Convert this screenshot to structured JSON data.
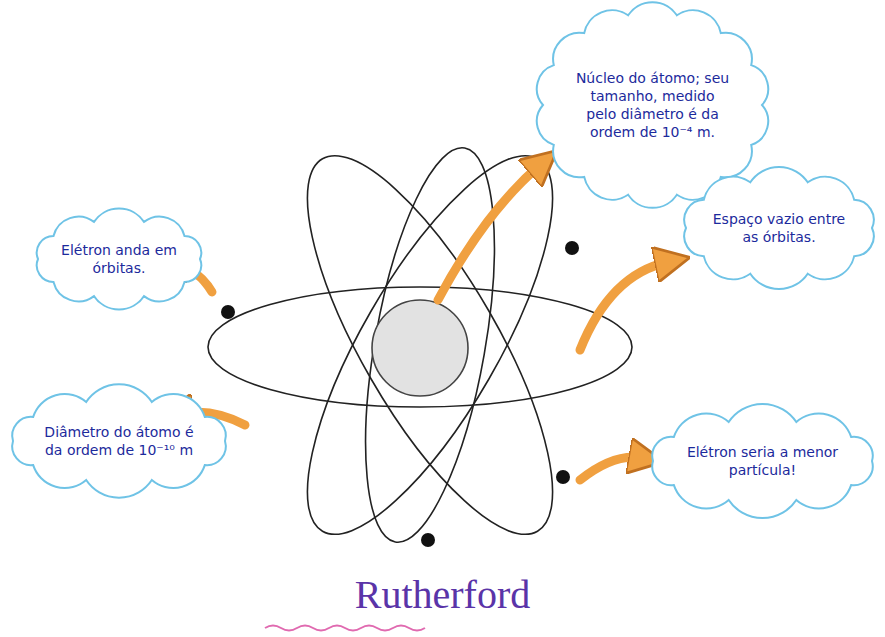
{
  "diagram": {
    "title": "Rutherford",
    "nodes": [
      {
        "text": [
          "Núcleo do átomo; seu tamanho, medido pelo diâmetro é da ordem de 10⁻⁴ m."
        ]
      },
      {
        "text": [
          "Elétron anda em órbitas."
        ]
      },
      {
        "text": [
          "Espaço vazio entre as órbitas."
        ]
      },
      {
        "text": [
          "Diâmetro do átomo é da ordem de 10⁻¹⁰ m"
        ]
      },
      {
        "text": [
          "Elétron seria a menor partícula!"
        ]
      }
    ]
  }
}
